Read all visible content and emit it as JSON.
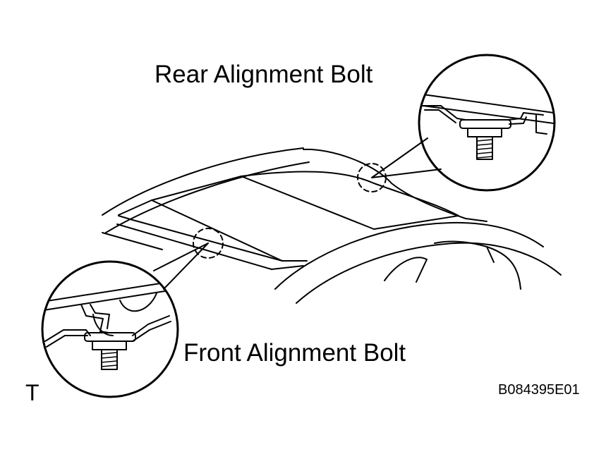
{
  "labels": {
    "rear_bolt": "Rear Alignment Bolt",
    "front_bolt": "Front Alignment Bolt",
    "view_code": "T",
    "figure_code": "B084395E01"
  },
  "colors": {
    "line": "#000000",
    "background": "#ffffff"
  }
}
